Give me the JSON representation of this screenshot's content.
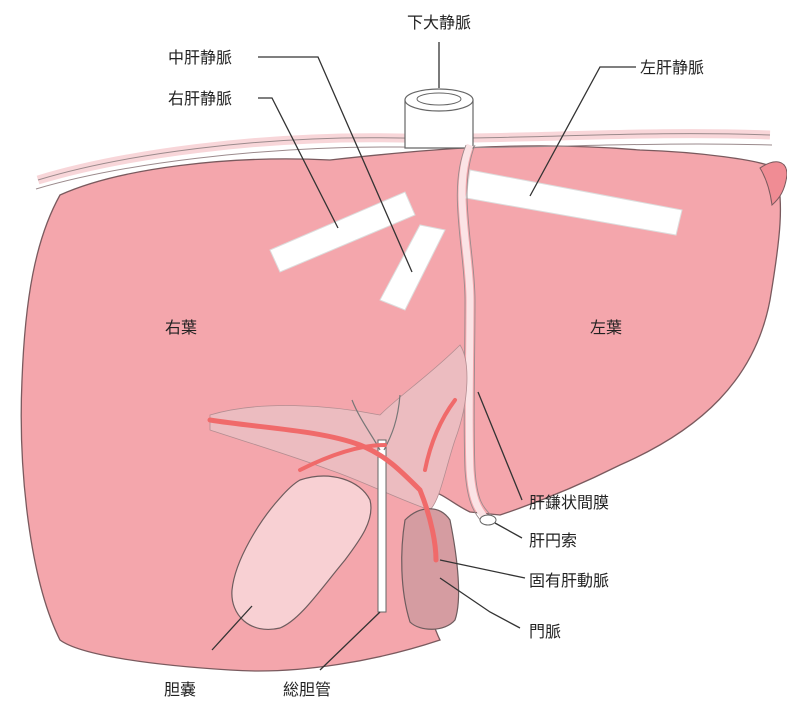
{
  "labels": {
    "ivc": "下大静脈",
    "middle_hepatic_vein": "中肝静脈",
    "right_hepatic_vein": "右肝静脈",
    "left_hepatic_vein": "左肝静脈",
    "right_lobe": "右葉",
    "left_lobe": "左葉",
    "falciform_ligament": "肝鎌状間膜",
    "round_ligament": "肝円索",
    "proper_hepatic_artery": "固有肝動脈",
    "portal_vein": "門脈",
    "gallbladder": "胆嚢",
    "common_bile_duct": "総胆管"
  },
  "colors": {
    "liver_fill": "#f4a6ac",
    "liver_stroke": "#7a5a5e",
    "hilum_fill": "#e9b7bb",
    "artery": "#f06a6a",
    "vein_white": "#ffffff",
    "portal_vein": "#d49a9f",
    "gallbladder": "#f8cfd2",
    "leader_line": "#333333"
  }
}
